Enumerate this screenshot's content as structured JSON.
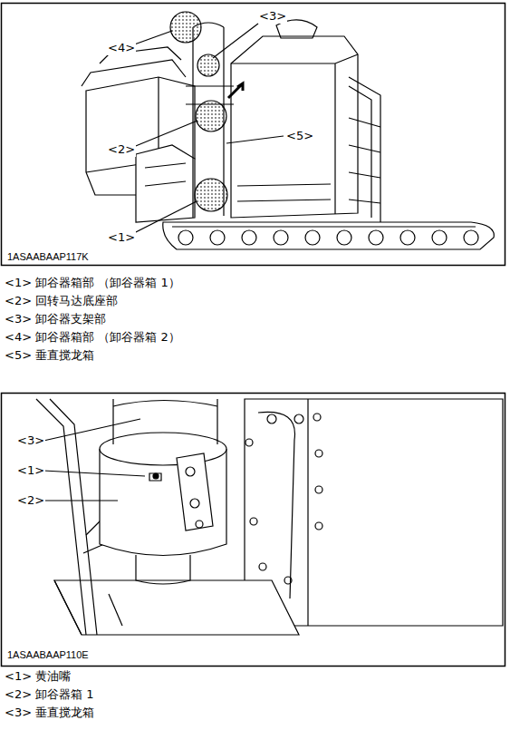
{
  "diagram": {
    "labels": [
      "<4>",
      "<3>",
      "<2>",
      "<5>",
      "<1>",
      "1ASAABAAP117K",
      "<1> 卸谷器箱部 （卸谷器箱 1）",
      "<2> 回转马达底座部",
      "<3> 卸谷器支架部",
      "<4> 卸谷器箱部 （卸谷器箱 2）",
      "<5> 垂直搅龙箱",
      "<3>",
      "<1>",
      "<2>",
      "1ASAABAAP110E",
      "<1> 黄油嘴",
      "<2> 卸谷器箱 1",
      "<3> 垂直搅龙箱"
    ]
  }
}
